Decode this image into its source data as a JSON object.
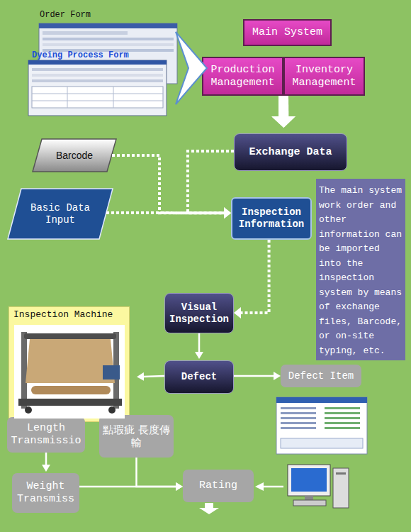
{
  "diagram": {
    "nodes": [
      {
        "text": [
          "Main System"
        ]
      },
      {
        "text": [
          "Production Management"
        ]
      },
      {
        "text": [
          "Inventory Management"
        ]
      },
      {
        "text": [
          "Exchange Data"
        ]
      },
      {
        "text": [
          "Barcode"
        ]
      },
      {
        "text": [
          "Basic Data Input"
        ]
      },
      {
        "text": [
          "Inspection Information"
        ]
      },
      {
        "text": [
          "The main system work order and other information can be imported into the inspection system by means of exchange files, Barcode, or on-site typing, etc."
        ]
      },
      {
        "text": [
          "Inspection Machine"
        ]
      },
      {
        "text": [
          "Visual Inspection"
        ]
      },
      {
        "text": [
          "Defect"
        ]
      },
      {
        "text": [
          "Defect Item"
        ]
      },
      {
        "text": [
          "Length Transmissio"
        ]
      },
      {
        "text": [
          "點瑕疵 長度傳輸"
        ]
      },
      {
        "text": [
          "Weight Transmiss"
        ]
      },
      {
        "text": [
          "Rating"
        ]
      }
    ],
    "edges": [
      {
        "from": 1,
        "to": 3,
        "arrow": "to"
      },
      {
        "from": 2,
        "to": 3,
        "arrow": "to"
      },
      {
        "from": 4,
        "to": 6,
        "arrow": "to"
      },
      {
        "from": 3,
        "to": 6,
        "arrow": "to"
      },
      {
        "from": 5,
        "to": 6,
        "arrow": "to"
      },
      {
        "from": 6,
        "to": 9,
        "arrow": "to"
      },
      {
        "from": 9,
        "to": 10,
        "arrow": "to"
      },
      {
        "from": 10,
        "to": 8,
        "arrow": "to"
      },
      {
        "from": 10,
        "to": 11,
        "arrow": "to"
      },
      {
        "from": 12,
        "to": 14,
        "arrow": "to"
      },
      {
        "from": 14,
        "to": 15,
        "arrow": "to"
      },
      {
        "from": 13,
        "to": 15,
        "arrow": "to"
      }
    ],
    "labels": [
      "Order Form",
      "Dyeing Process Form"
    ]
  }
}
